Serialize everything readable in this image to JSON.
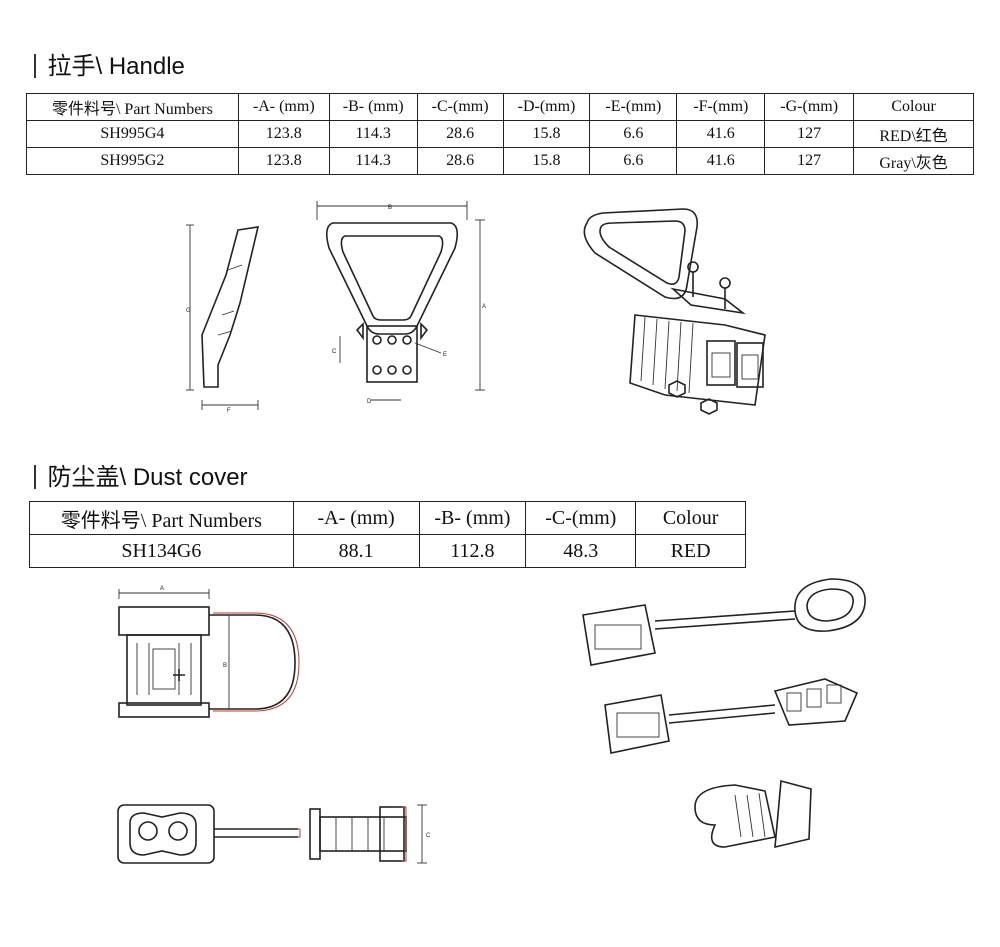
{
  "handle": {
    "title": "拉手\\ Handle",
    "headers": [
      "零件料号\\ Part Numbers",
      "-A- (mm)",
      "-B- (mm)",
      "-C-(mm)",
      "-D-(mm)",
      "-E-(mm)",
      "-F-(mm)",
      "-G-(mm)",
      "Colour"
    ],
    "rows": [
      [
        "SH995G4",
        "123.8",
        "114.3",
        "28.6",
        "15.8",
        "6.6",
        "41.6",
        "127",
        "RED\\红色"
      ],
      [
        "SH995G2",
        "123.8",
        "114.3",
        "28.6",
        "15.8",
        "6.6",
        "41.6",
        "127",
        "Gray\\灰色"
      ]
    ],
    "dim_labels": {
      "a": "A",
      "b": "B",
      "c": "C",
      "d": "D",
      "e": "E",
      "f": "F",
      "g": "G"
    }
  },
  "dust_cover": {
    "title": "防尘盖\\ Dust cover",
    "headers": [
      "零件料号\\ Part Numbers",
      "-A- (mm)",
      "-B- (mm)",
      "-C-(mm)",
      "Colour"
    ],
    "rows": [
      [
        "SH134G6",
        "88.1",
        "112.8",
        "48.3",
        "RED"
      ]
    ],
    "dim_labels": {
      "a": "A",
      "b": "B",
      "c": "C"
    }
  }
}
